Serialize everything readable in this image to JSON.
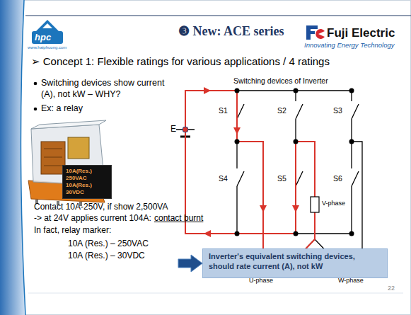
{
  "diagram": {
    "title": "❸ New: ACE series",
    "nodes": [
      {
        "text": [
          "10A(Res.) 250VAC",
          "10A(Res.) 30VDC"
        ]
      },
      {
        "text": [
          "Inverter's equivalent switching devices, should rate current (A), not kW"
        ]
      }
    ],
    "labels": [
      "hpc",
      "www.haiphuong.com",
      "Fuji Electric",
      "Innovating Energy Technology",
      "➢ Concept 1: Flexible ratings for various applications / 4 ratings",
      "Switching devices show current (A), not kW – WHY?",
      "Ex: a relay",
      "Contact 10A-250V, if show 2,500VA",
      "-> at 24V applies current 104A:",
      "contact burnt",
      "In fact, relay marker:",
      "10A (Res.) – 250VAC",
      "10A (Res.) – 30VDC",
      "Switching devices of Inverter",
      "E",
      "S1",
      "S2",
      "S3",
      "S4",
      "S5",
      "S6",
      "V-phase",
      "U-phase",
      "W-phase",
      "22"
    ]
  }
}
